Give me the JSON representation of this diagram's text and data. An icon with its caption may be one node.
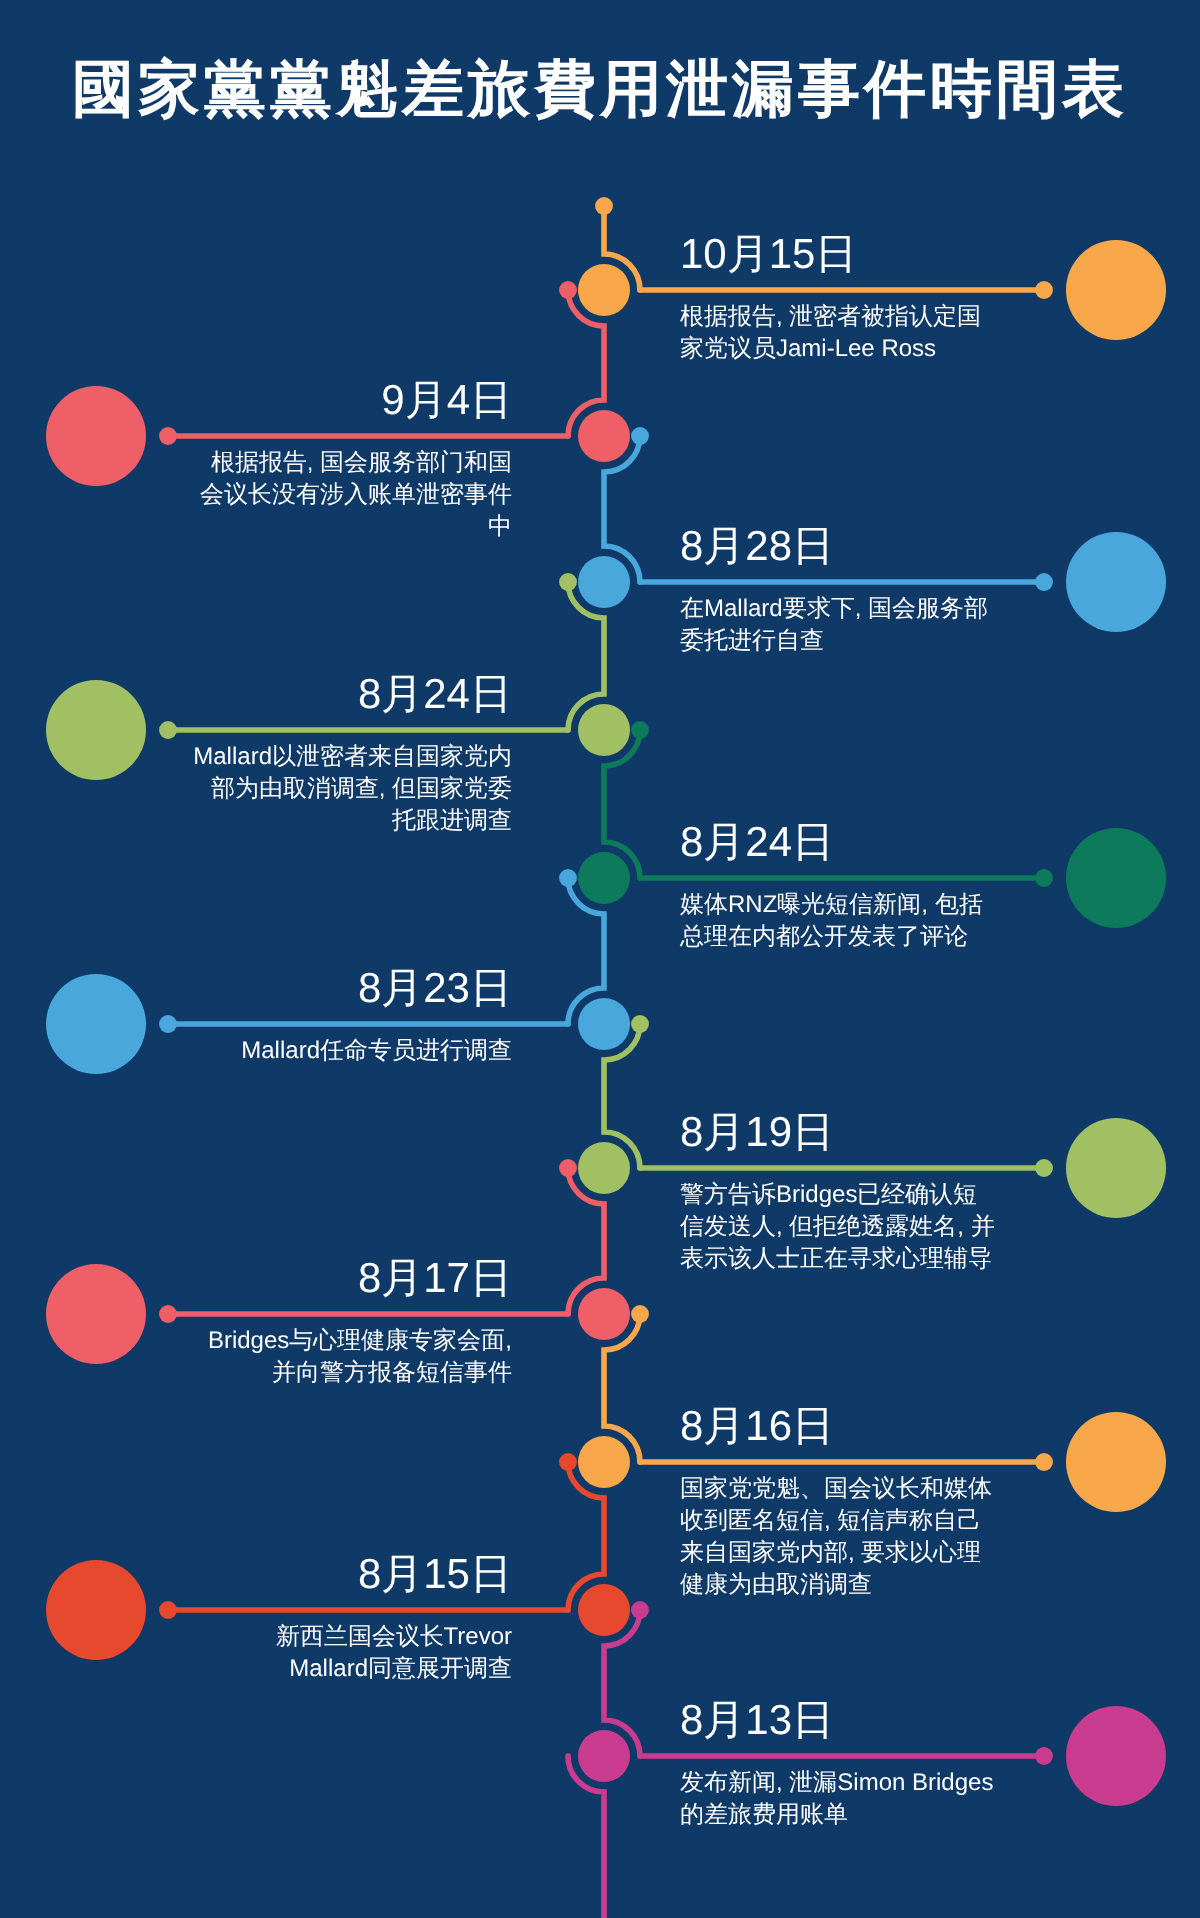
{
  "diagram": {
    "title": "國家黨黨魁差旅費用泄漏事件時間表",
    "nodes": [
      {
        "text": [],
        "shape": "circle",
        "beside": [
          "10月15日",
          "根据报告, 泄密者被指认定国家党议员Jami-Lee Ross"
        ]
      },
      {
        "text": [],
        "shape": "circle"
      },
      {
        "text": [],
        "shape": "circle"
      },
      {
        "text": [],
        "shape": "circle",
        "beside": [
          "9月4日",
          "根据报告, 国会服务部门和国会议长没有涉入账单泄密事件中"
        ]
      },
      {
        "text": [],
        "shape": "circle",
        "beside": [
          "8月28日",
          "在Mallard要求下, 国会服务部委托进行自查"
        ]
      },
      {
        "text": [],
        "shape": "circle"
      },
      {
        "text": [],
        "shape": "circle"
      },
      {
        "text": [],
        "shape": "circle",
        "beside": [
          "8月24日",
          "Mallard以泄密者来自国家党内部为由取消调查, 但国家党委托跟进调查"
        ]
      },
      {
        "text": [],
        "shape": "circle",
        "beside": [
          "8月24日",
          "媒体RNZ曝光短信新闻, 包括总理在内都公开发表了评论"
        ]
      },
      {
        "text": [],
        "shape": "circle"
      },
      {
        "text": [],
        "shape": "circle"
      },
      {
        "text": [],
        "shape": "circle",
        "beside": [
          "8月23日",
          "Mallard任命专员进行调查"
        ]
      },
      {
        "text": [],
        "shape": "circle",
        "beside": [
          "8月19日",
          "警方告诉Bridges已经确认短信发送人, 但拒绝透露姓名, 并表示该人士正在寻求心理辅导"
        ]
      },
      {
        "text": [],
        "shape": "circle"
      },
      {
        "text": [],
        "shape": "circle"
      },
      {
        "text": [],
        "shape": "circle",
        "beside": [
          "8月17日",
          "Bridges与心理健康专家会面, 并向警方报备短信事件"
        ]
      },
      {
        "text": [],
        "shape": "circle",
        "beside": [
          "8月16日",
          "国家党党魁、国会议长和媒体收到匿名短信, 短信声称自己来自国家党内部, 要求以心理健康为由取消调查"
        ]
      },
      {
        "text": [],
        "shape": "circle"
      },
      {
        "text": [],
        "shape": "circle"
      },
      {
        "text": [],
        "shape": "circle",
        "beside": [
          "8月15日",
          "新西兰国会议长Trevor Mallard同意展开调查"
        ]
      },
      {
        "text": [],
        "shape": "circle",
        "beside": [
          "8月13日",
          "发布新闻, 泄漏Simon Bridges的差旅费用账单"
        ]
      },
      {
        "text": [],
        "shape": "circle"
      }
    ],
    "edges": [
      {
        "from": 0,
        "to": null,
        "arrow": "other",
        "color": "#f8a84b"
      },
      {
        "from": 0,
        "to": 1,
        "arrow": "other",
        "color": "#f8a84b"
      },
      {
        "from": 3,
        "to": 0,
        "arrow": "other",
        "color": "#ee5f68"
      },
      {
        "from": 3,
        "to": 2,
        "arrow": "other",
        "color": "#ee5f68"
      },
      {
        "from": 4,
        "to": 3,
        "arrow": "other",
        "color": "#4aa7dc"
      },
      {
        "from": 4,
        "to": 5,
        "arrow": "other",
        "color": "#4aa7dc"
      },
      {
        "from": 7,
        "to": 4,
        "arrow": "other",
        "color": "#a1c064"
      },
      {
        "from": 7,
        "to": 6,
        "arrow": "other",
        "color": "#a1c064"
      },
      {
        "from": 8,
        "to": 7,
        "arrow": "other",
        "color": "#0d7a5b"
      },
      {
        "from": 8,
        "to": 9,
        "arrow": "other",
        "color": "#0d7a5b"
      },
      {
        "from": 11,
        "to": 8,
        "arrow": "other",
        "color": "#4aa7dc"
      },
      {
        "from": 11,
        "to": 10,
        "arrow": "other",
        "color": "#4aa7dc"
      },
      {
        "from": 12,
        "to": 11,
        "arrow": "other",
        "color": "#a1c064"
      },
      {
        "from": 12,
        "to": 13,
        "arrow": "other",
        "color": "#a1c064"
      },
      {
        "from": 15,
        "to": 12,
        "arrow": "other",
        "color": "#ee5f68"
      },
      {
        "from": 15,
        "to": 14,
        "arrow": "other",
        "color": "#ee5f68"
      },
      {
        "from": 16,
        "to": 15,
        "arrow": "other",
        "color": "#f8a84b"
      },
      {
        "from": 16,
        "to": 17,
        "arrow": "other",
        "color": "#f8a84b"
      },
      {
        "from": 19,
        "to": 16,
        "arrow": "other",
        "color": "#e6492d"
      },
      {
        "from": 19,
        "to": 18,
        "arrow": "other",
        "color": "#e6492d"
      },
      {
        "from": 20,
        "to": 19,
        "arrow": "other",
        "color": "#c93c8f"
      },
      {
        "from": 20,
        "to": 21,
        "arrow": "other",
        "color": "#c93c8f"
      },
      {
        "from": 20,
        "to": null,
        "arrow": "none",
        "color": "#c93c8f"
      }
    ]
  }
}
